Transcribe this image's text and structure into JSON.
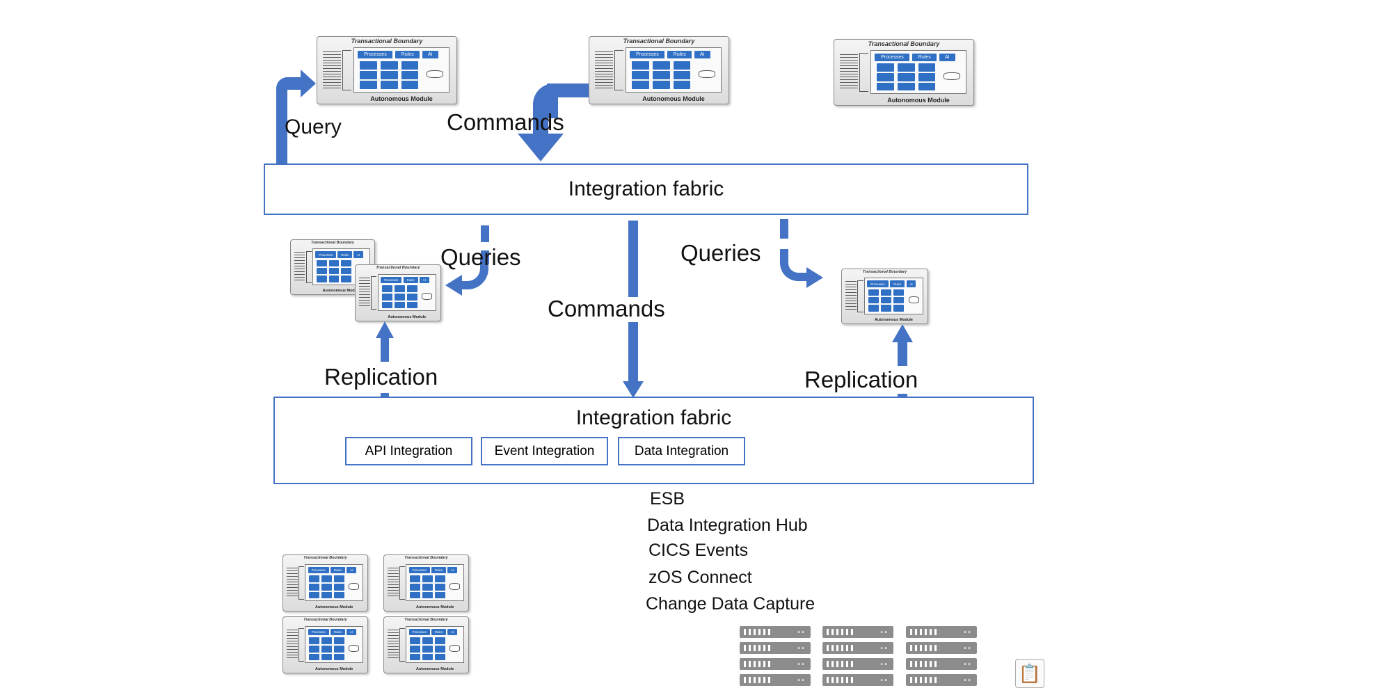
{
  "fabric_top": {
    "title": "Integration fabric"
  },
  "fabric_bottom": {
    "title": "Integration fabric",
    "components": [
      "API Integration",
      "Event Integration",
      "Data Integration"
    ]
  },
  "labels": {
    "query": "Query",
    "commands_top": "Commands",
    "queries_left": "Queries",
    "commands_center": "Commands",
    "queries_right": "Queries",
    "replication_left": "Replication",
    "replication_right": "Replication"
  },
  "technologies": [
    "ESB",
    "Data Integration Hub",
    "CICS Events",
    "zOS Connect",
    "Change Data Capture"
  ],
  "module": {
    "top_label": "Transactional Boundary",
    "bottom_label": "Autonomous Module",
    "chips": [
      "Processes",
      "Rules",
      "AI"
    ]
  },
  "colors": {
    "accent": "#4472c4",
    "module_blue": "#2f6fc4",
    "server_gray": "#8c8c8c"
  },
  "icons": {
    "clipboard": "clipboard-icon",
    "server": "server-rack-icon"
  }
}
